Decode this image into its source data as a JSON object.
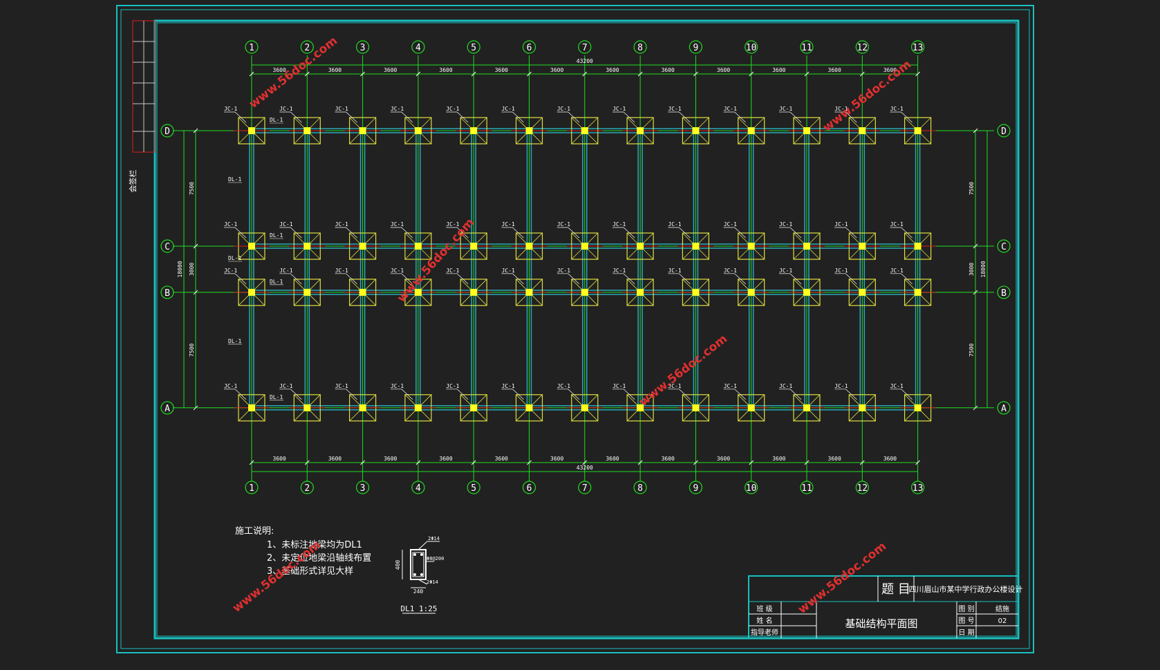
{
  "columns": {
    "labels": [
      "1",
      "2",
      "3",
      "4",
      "5",
      "6",
      "7",
      "8",
      "9",
      "10",
      "11",
      "12",
      "13"
    ],
    "spacings": [
      "3600",
      "3600",
      "3600",
      "3600",
      "3600",
      "3600",
      "3600",
      "3600",
      "3600",
      "3600",
      "3600",
      "3600"
    ],
    "total": "43200"
  },
  "rows": {
    "labels": [
      "D",
      "C",
      "B",
      "A"
    ],
    "spacings": [
      "7500",
      "3000",
      "7500"
    ],
    "total": "18000"
  },
  "footing_label": "JC-1",
  "beam_label": "DL-1",
  "notes": {
    "title": "施工说明:",
    "items": [
      "1、未标注地梁均为DL1",
      "2、未定位地梁沿轴线布置",
      "3、基础形式详见大样"
    ]
  },
  "section": {
    "top_bar": "2Φ14",
    "stirrup": "Φ8@200",
    "bottom_bar": "2Φ14",
    "height": "400",
    "width": "240",
    "caption": "DL1  1:25"
  },
  "side_text": "会签栏",
  "watermark": "www.56doc.com",
  "title_block": {
    "topic_label": "题 目",
    "topic": "四川眉山市某中学行政办公楼设计",
    "labels": [
      "班 级",
      "姓 名",
      "指导老师"
    ],
    "drawing_title": "基础结构平面图",
    "right_labels": [
      "图 别",
      "图 号",
      "日 期"
    ],
    "right_values": [
      "结施",
      "02",
      ""
    ]
  },
  "colors": {
    "background": "#212121",
    "frame": "#19c0c0",
    "axis": "#20e020",
    "footing": "#e0e040",
    "beam": "#2aa8b8",
    "red": "#e02020",
    "watermark": "#e03030"
  }
}
